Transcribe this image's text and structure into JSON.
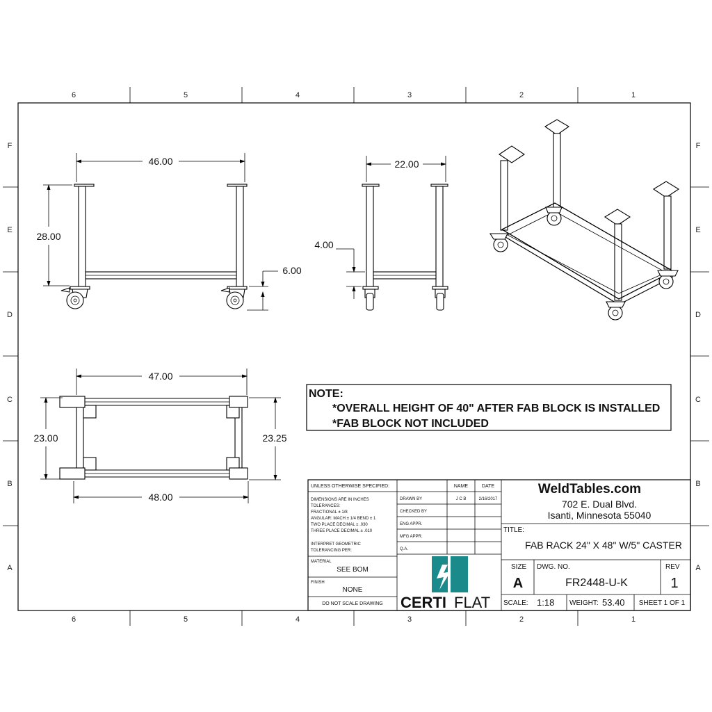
{
  "zones": {
    "columns": [
      "6",
      "5",
      "4",
      "3",
      "2",
      "1"
    ],
    "rows": [
      "F",
      "E",
      "D",
      "C",
      "B",
      "A"
    ]
  },
  "dimensions": {
    "front_width": "46.00",
    "front_height": "28.00",
    "front_caster": "6.00",
    "side_width": "22.00",
    "side_offset": "4.00",
    "top_width_top": "47.00",
    "top_width_bottom": "48.00",
    "top_depth_left": "23.00",
    "top_depth_right": "23.25"
  },
  "note": {
    "heading": "NOTE:",
    "line1": "*OVERALL HEIGHT OF 40\"  AFTER FAB BLOCK IS INSTALLED",
    "line2": "*FAB BLOCK NOT INCLUDED"
  },
  "title_block": {
    "unless_specified": "UNLESS OTHERWISE SPECIFIED:",
    "dims_line1": "DIMENSIONS ARE IN INCHES",
    "dims_line2": "TOLERANCES:",
    "dims_line3": "FRACTIONAL ± 1/8",
    "dims_line4": "ANGULAR: MACH ± 1/4  BEND ± 1",
    "dims_line5": "TWO PLACE DECIMAL    ± .030",
    "dims_line6": "THREE PLACE DECIMAL  ± .010",
    "interp_line1": "INTERPRET GEOMETRIC",
    "interp_line2": "TOLERANCING PER:",
    "material_label": "MATERIAL",
    "material_value": "SEE BOM",
    "finish_label": "FINISH",
    "finish_value": "NONE",
    "do_not_scale": "DO NOT SCALE DRAWING",
    "col_name": "NAME",
    "col_date": "DATE",
    "drawn_by_label": "DRAWN BY",
    "drawn_by_name": "J C B",
    "drawn_by_date": "2/16/2017",
    "checked_by": "CHECKED BY",
    "eng_appr": "ENG APPR.",
    "mfg_appr": "MFG APPR.",
    "qa": "Q.A.",
    "logo_left": "CERTI",
    "logo_right": "FLAT",
    "company": "WeldTables.com",
    "address1": "702 E. Dual Blvd.",
    "address2": "Isanti, Minnesota 55040",
    "title_label": "TITLE:",
    "title_value": "FAB RACK 24\" X 48\" W/5\" CASTER",
    "size_label": "SIZE",
    "size_value": "A",
    "dwg_label": "DWG.  NO.",
    "dwg_value": "FR2448-U-K",
    "rev_label": "REV",
    "rev_value": "1",
    "scale_label": "SCALE:",
    "scale_value": "1:18",
    "weight_label": "WEIGHT:",
    "weight_value": "53.40",
    "sheet": "SHEET 1  OF 1"
  },
  "colors": {
    "logo_teal": "#1a8a8a",
    "line": "#000000"
  },
  "icons": {
    "logo_mark": "certiflat-bolt-icon"
  }
}
